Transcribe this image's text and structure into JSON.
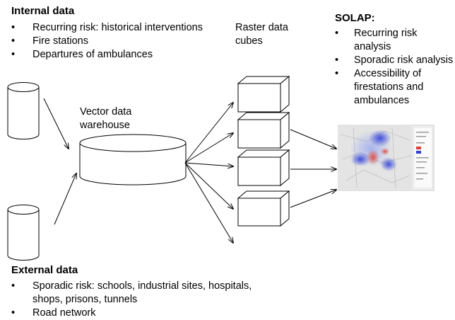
{
  "internal": {
    "title": "Internal data",
    "items": [
      "Recurring risk: historical interventions",
      "Fire stations",
      "Departures of ambulances"
    ]
  },
  "external": {
    "title": "External data",
    "items": [
      "Sporadic risk: schools, industrial sites, hospitals, shops, prisons, tunnels",
      "Road network"
    ]
  },
  "solap": {
    "title": "SOLAP:",
    "items": [
      "Recurring risk analysis",
      "Sporadic risk analysis",
      "Accessibility of firestations and ambulances"
    ]
  },
  "labels": {
    "raster_cubes": "Raster data cubes",
    "vector_warehouse": "Vector data warehouse"
  },
  "bullet_glyph": "•"
}
